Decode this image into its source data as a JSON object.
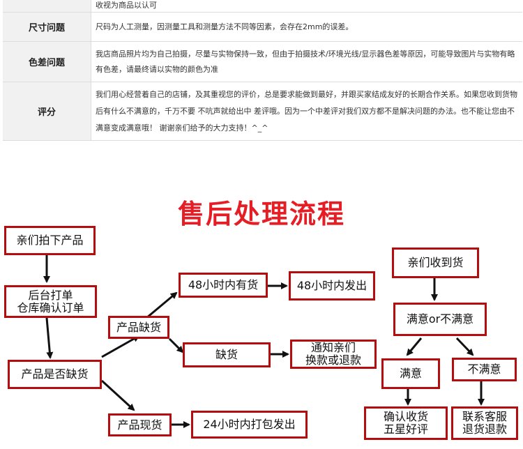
{
  "faq": [
    {
      "label": "",
      "text": "收视为商品以认可"
    },
    {
      "label": "尺寸问题",
      "text": "尺码为人工测量，因测量工具和测量方法不同等因素，会存在2mm的误差。"
    },
    {
      "label": "色差问题",
      "text": "我店商品照片均为自己拍摄，尽量与实物保持一致，但由于拍摄技术/环境光线/显示器色差等原因，可能导致图片与实物有略有色差，请最终请以实物的颜色为准"
    },
    {
      "label": "评分",
      "text": "我们用心经营着自己的店铺，及其重视您的评价，总是要求能做到最好，并跟买家结成友好的长期合作关系。如果您收到货物后有什么不满意的，千万不要 不吭声就给出中 差评哦。因为一个中差评对我们双方都不是解决问题的办法。也不能让您由不满意变成满意哦！ 谢谢亲们给予的大力支持！^_^"
    }
  ],
  "flow": {
    "title": "售后处理流程",
    "nodes": {
      "bought": "亲们拍下产品",
      "backend_line1": "后台打单",
      "backend_line2": "仓库确认订单",
      "check_stock": "产品是否缺货",
      "out_of_stock": "产品缺货",
      "in_stock": "产品现货",
      "restock_48": "48小时内有货",
      "ship_48": "48小时内发出",
      "no_stock": "缺货",
      "notify_line1": "通知亲们",
      "notify_line2": "换款或退款",
      "ship_24": "24小时内打包发出",
      "received": "亲们收到货",
      "satisfied_or_not": "满意or不满意",
      "satisfied": "满意",
      "unsatisfied": "不满意",
      "confirm_line1": "确认收货",
      "confirm_line2": "五星好评",
      "contact_line1": "联系客服",
      "contact_line2": "退货退款"
    }
  },
  "colors": {
    "title": "#e41e24",
    "box_border": "#b50d0d",
    "arrow": "#111111"
  }
}
